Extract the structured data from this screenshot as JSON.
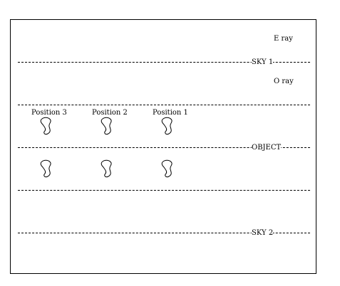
{
  "rows": {
    "e_ray": "E ray",
    "sky1": "SKY 1",
    "o_ray": "O ray",
    "object": "OBJECT",
    "sky2": "SKY 2"
  },
  "positions": [
    {
      "label": "Position 3"
    },
    {
      "label": "Position 2"
    },
    {
      "label": "Position 1"
    }
  ],
  "colors": {
    "line": "#000000",
    "background": "#ffffff"
  },
  "icons": {
    "star_image": "squiggle-image-icon"
  }
}
